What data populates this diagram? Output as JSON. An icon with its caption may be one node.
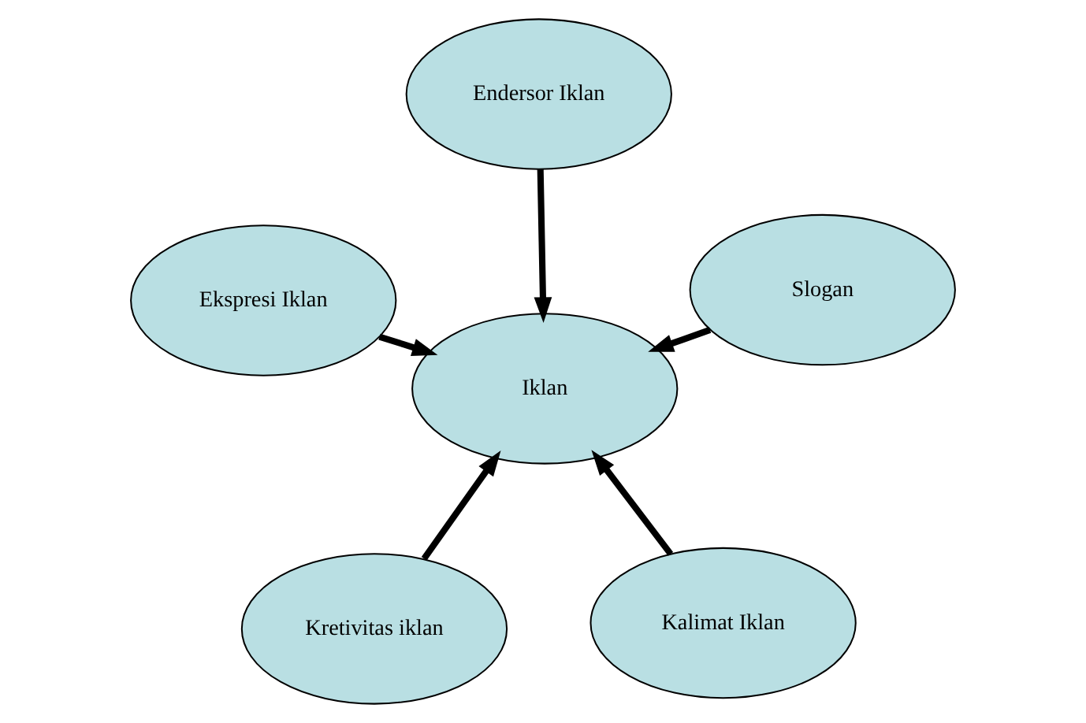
{
  "diagram": {
    "nodes": [
      {
        "text": [
          "Kretivitas iklan"
        ]
      },
      {
        "text": [
          "Kalimat Iklan"
        ]
      },
      {
        "text": [
          "Iklan"
        ]
      },
      {
        "text": [
          "Endersor Iklan"
        ]
      },
      {
        "text": [
          "Slogan"
        ]
      },
      {
        "text": [
          "Ekspresi Iklan"
        ]
      }
    ],
    "edges": [
      {
        "from": 0,
        "to": 2,
        "arrow": "to"
      },
      {
        "from": 1,
        "to": 2,
        "arrow": "to"
      },
      {
        "from": 3,
        "to": 2,
        "arrow": "to"
      },
      {
        "from": 4,
        "to": 2,
        "arrow": "to"
      },
      {
        "from": 5,
        "to": 2,
        "arrow": "to"
      }
    ]
  }
}
